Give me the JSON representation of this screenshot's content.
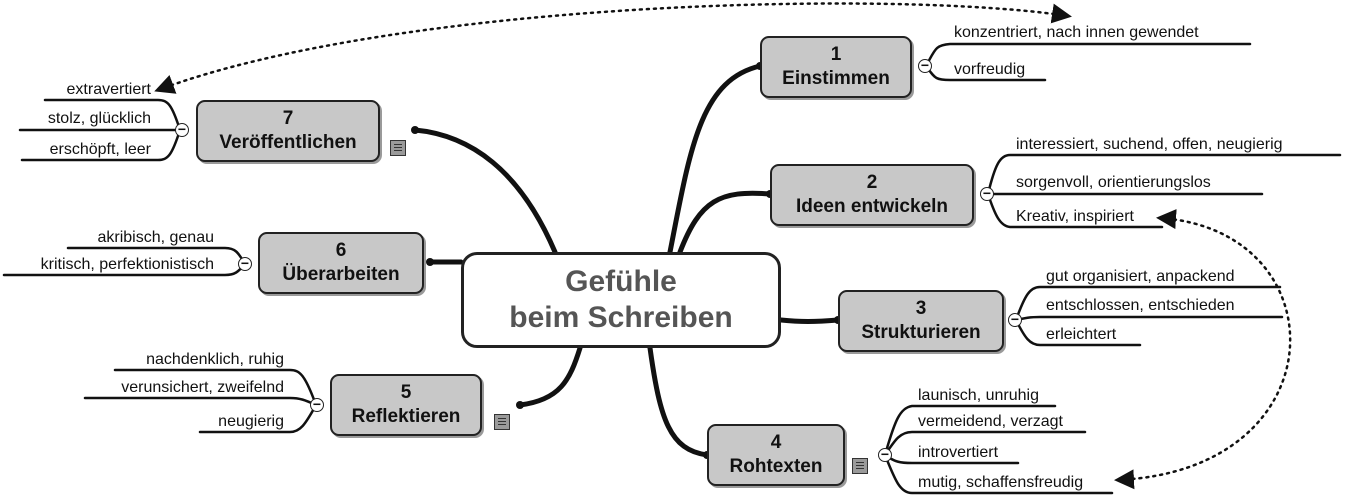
{
  "center": {
    "line1": "Gefühle",
    "line2": "beim Schreiben"
  },
  "nodes": [
    {
      "number": "1",
      "title": "Einstimmen",
      "details": [
        "konzentriert, nach innen gewendet",
        "vorfreudig"
      ]
    },
    {
      "number": "2",
      "title": "Ideen entwickeln",
      "details": [
        "interessiert, suchend, offen, neugierig",
        "sorgenvoll, orientierungslos",
        "Kreativ, inspiriert"
      ]
    },
    {
      "number": "3",
      "title": "Strukturieren",
      "details": [
        "gut organisiert, anpackend",
        "entschlossen, entschieden",
        "erleichtert"
      ]
    },
    {
      "number": "4",
      "title": "Rohtexten",
      "details": [
        "launisch, unruhig",
        "vermeidend, verzagt",
        "introvertiert",
        "mutig, schaffensfreudig"
      ]
    },
    {
      "number": "5",
      "title": "Reflektieren",
      "details": [
        "nachdenklich, ruhig",
        "verunsichert, zweifelnd",
        "neugierig"
      ]
    },
    {
      "number": "6",
      "title": "Überarbeiten",
      "details": [
        "akribisch, genau",
        "kritisch, perfektionistisch"
      ]
    },
    {
      "number": "7",
      "title": "Veröffentlichen",
      "details": [
        "extravertiert",
        "stolz, glücklich",
        "erschöpft, leer"
      ]
    }
  ],
  "collapse_symbol": "−"
}
